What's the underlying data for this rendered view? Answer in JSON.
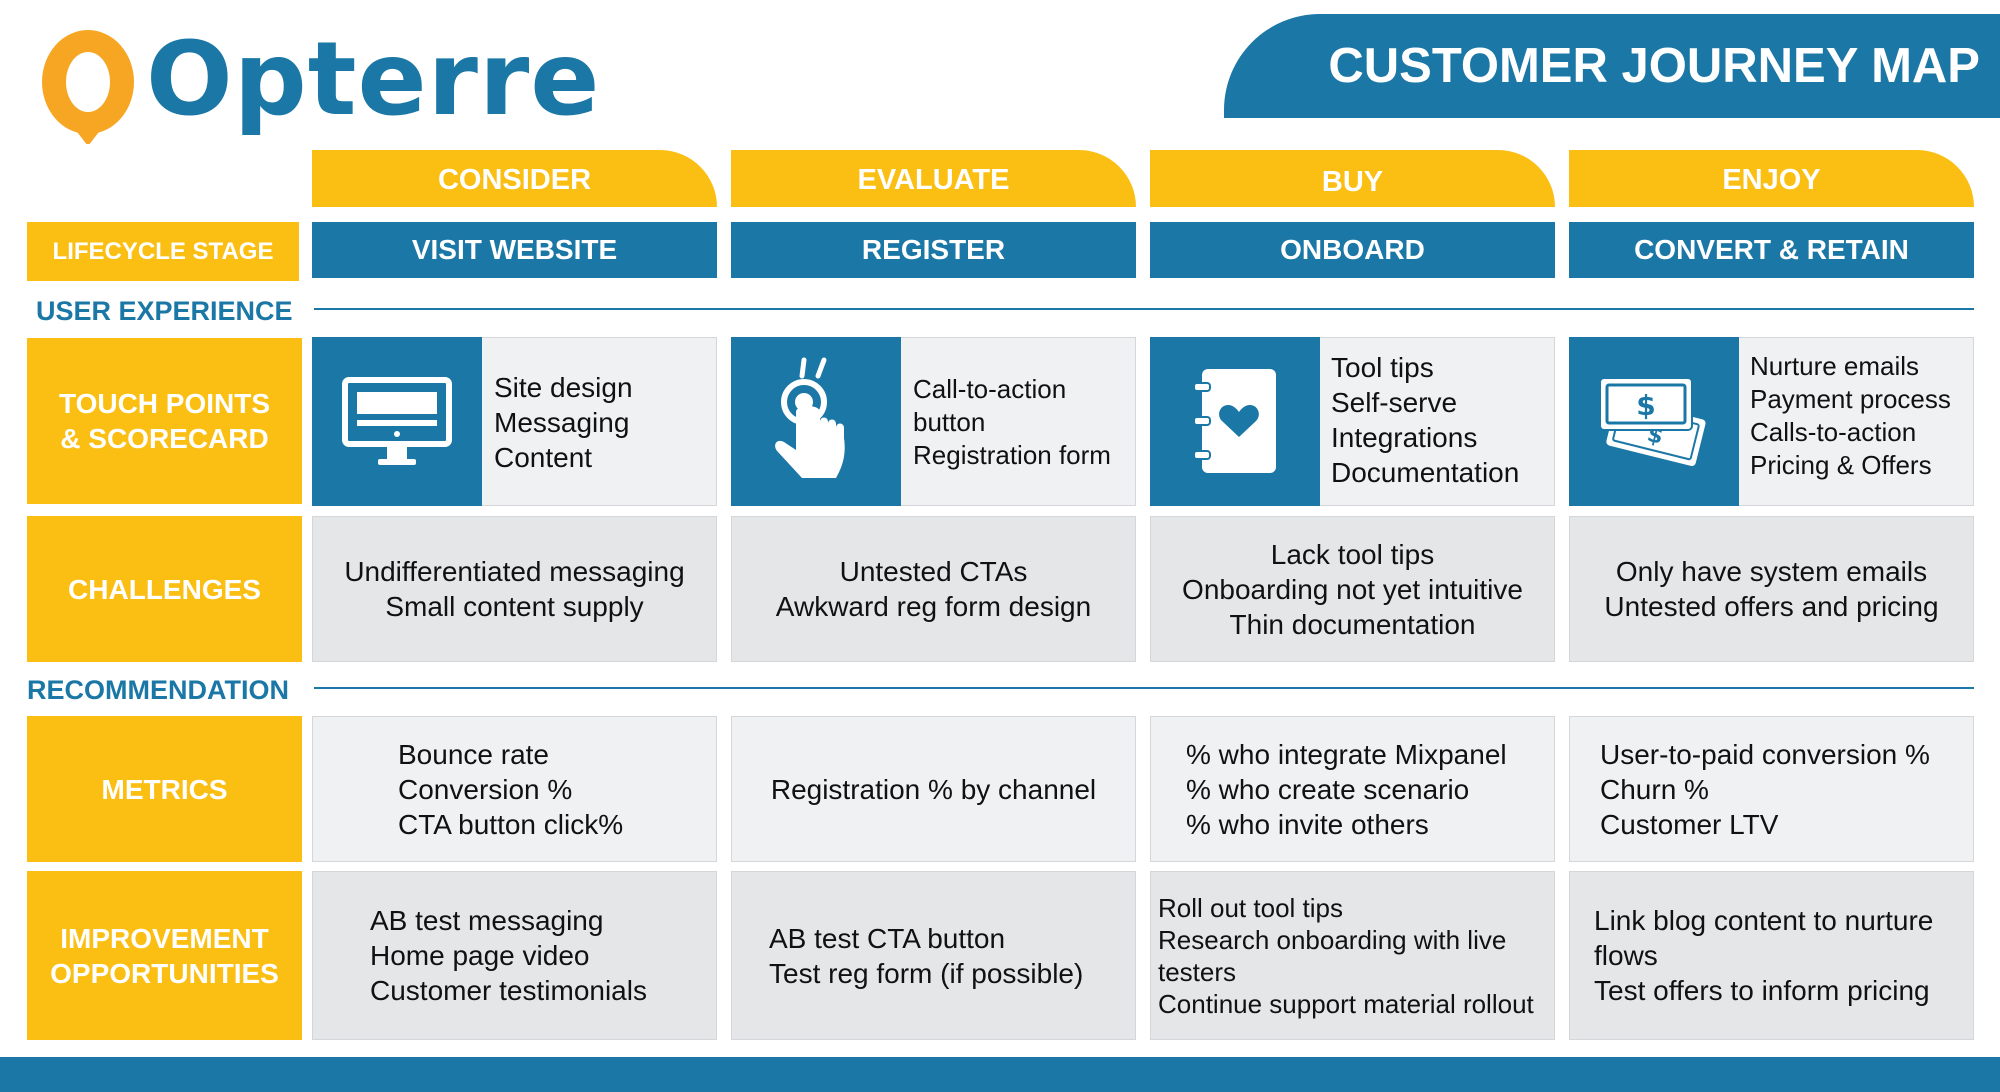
{
  "brand": {
    "name": "Opterre",
    "primary_color": "#1b77a6",
    "accent_color": "#fbbf13"
  },
  "title": "CUSTOMER JOURNEY MAP",
  "phases": [
    "CONSIDER",
    "EVALUATE",
    "BUY",
    "ENJOY"
  ],
  "lifecycle": {
    "label": "LIFECYCLE STAGE",
    "stages": [
      "VISIT WEBSITE",
      "REGISTER",
      "ONBOARD",
      "CONVERT & RETAIN"
    ]
  },
  "sections": {
    "user_experience": "USER EXPERIENCE",
    "recommendation": "RECOMMENDATION"
  },
  "touch_points": {
    "label_lines": [
      "TOUCH POINTS",
      "& SCORECARD"
    ],
    "columns": [
      {
        "icon": "monitor-icon",
        "items": [
          "Site design",
          "Messaging",
          "Content"
        ]
      },
      {
        "icon": "hand-click-icon",
        "items": [
          "Call-to-action",
          "button",
          "Registration form"
        ]
      },
      {
        "icon": "notebook-heart-icon",
        "items": [
          "Tool tips",
          "Self-serve",
          "Integrations",
          "Documentation"
        ]
      },
      {
        "icon": "money-icon",
        "items": [
          "Nurture emails",
          "Payment process",
          "Calls-to-action",
          "Pricing & Offers"
        ]
      }
    ]
  },
  "challenges": {
    "label": "CHALLENGES",
    "columns": [
      [
        "Undifferentiated messaging",
        "Small content supply"
      ],
      [
        "Untested CTAs",
        "Awkward reg form design"
      ],
      [
        "Lack tool tips",
        "Onboarding not yet intuitive",
        "Thin documentation"
      ],
      [
        "Only have system emails",
        "Untested offers and pricing"
      ]
    ]
  },
  "metrics": {
    "label": "METRICS",
    "columns": [
      [
        "Bounce rate",
        "Conversion %",
        "CTA button click%"
      ],
      [
        "Registration % by channel"
      ],
      [
        "% who integrate Mixpanel",
        "% who create scenario",
        "% who invite others"
      ],
      [
        "User-to-paid conversion %",
        "Churn %",
        "Customer LTV"
      ]
    ]
  },
  "improvements": {
    "label_lines": [
      "IMPROVEMENT",
      "OPPORTUNITIES"
    ],
    "columns": [
      [
        "AB test messaging",
        "Home page video",
        "Customer testimonials"
      ],
      [
        "AB test CTA button",
        "Test reg form (if possible)"
      ],
      [
        "Roll out tool tips",
        "Research onboarding with live",
        "testers",
        "Continue support material rollout"
      ],
      [
        "Link blog content to nurture",
        "flows",
        "Test offers to inform pricing"
      ]
    ]
  }
}
